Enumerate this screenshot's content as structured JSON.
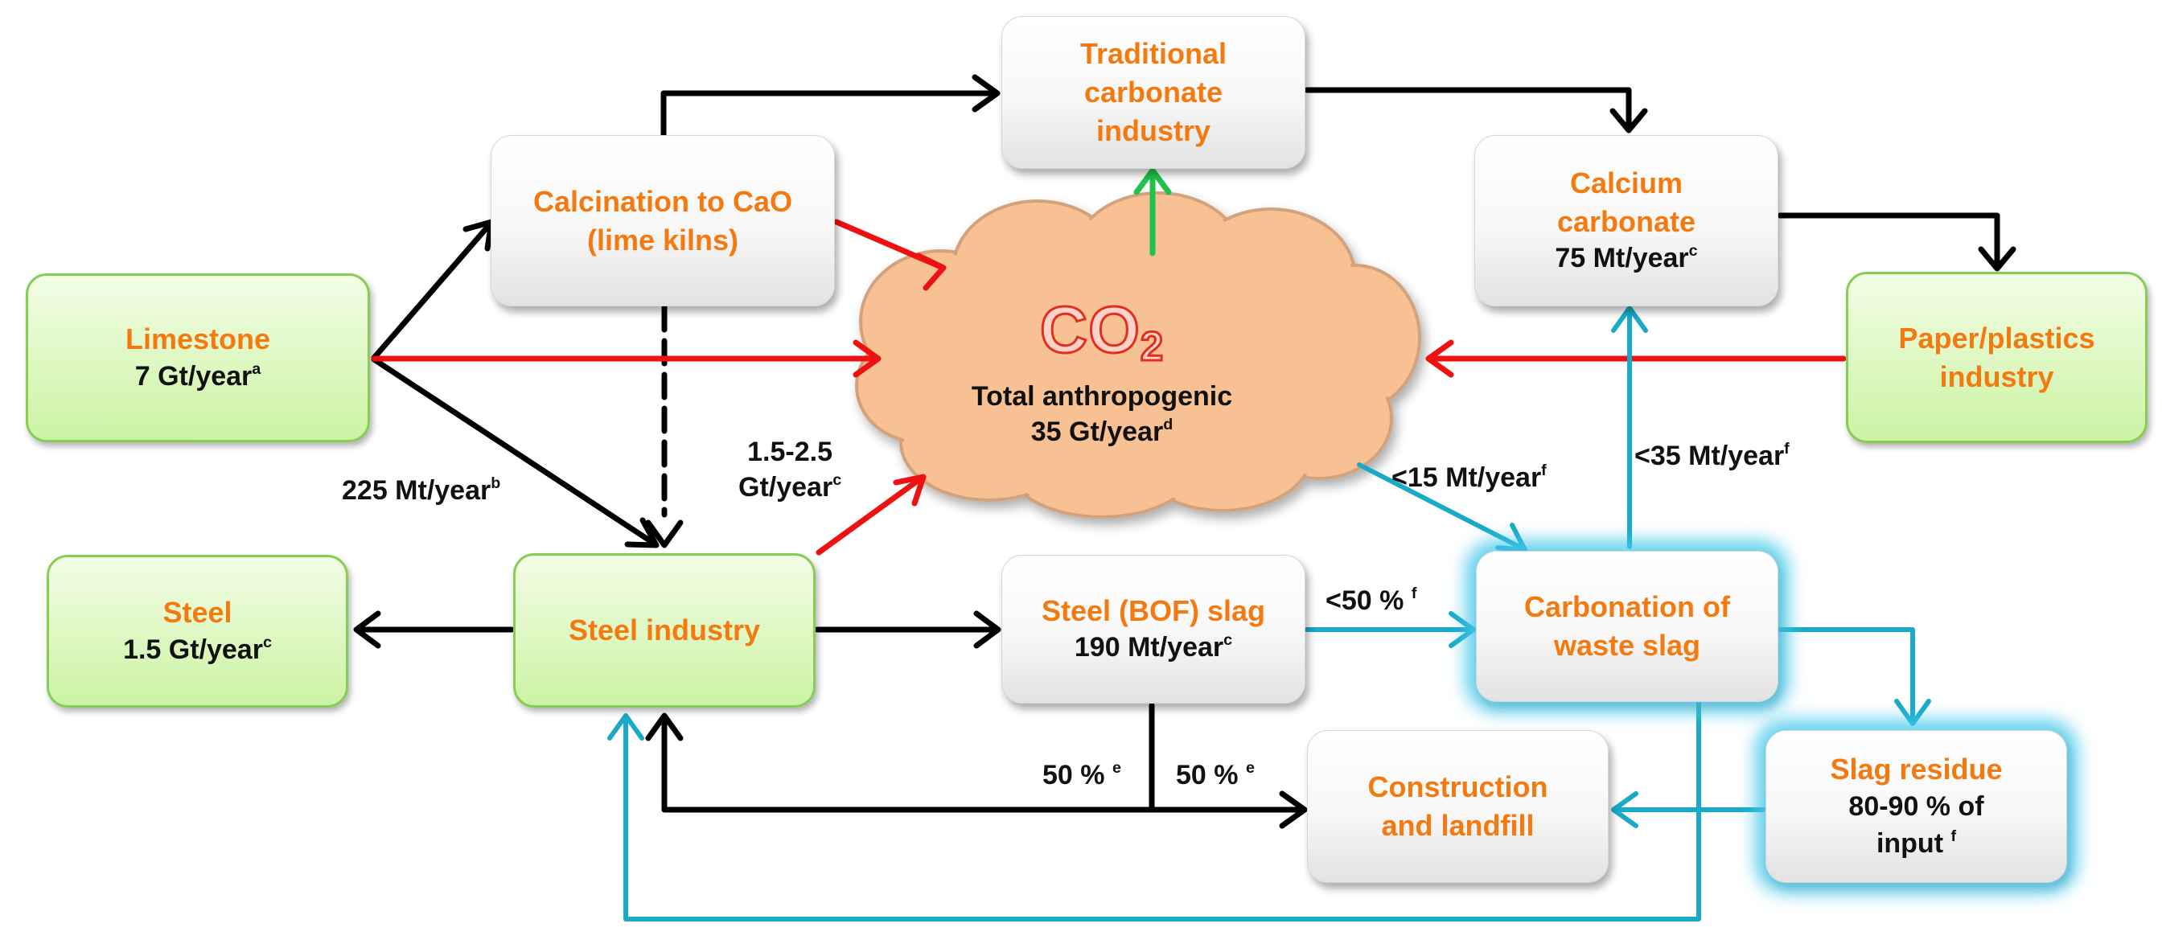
{
  "colors": {
    "title_text": "#f47a10",
    "arrow_black": "#000000",
    "arrow_red": "#ee1111",
    "arrow_green": "#22c24a",
    "arrow_cyan": "#1aaac8",
    "cloud_fill": "#f7c193",
    "glow": "#46c8eb"
  },
  "nodes": {
    "limestone": {
      "title": "Limestone",
      "value": "7 Gt/year",
      "note": "a"
    },
    "calcination": {
      "title_line1": "Calcination to CaO",
      "title_line2": "(lime kilns)"
    },
    "traditional": {
      "title_line1": "Traditional",
      "title_line2": "carbonate",
      "title_line3": "industry"
    },
    "calcium_carbonate": {
      "title_line1": "Calcium",
      "title_line2": "carbonate",
      "value": "75 Mt/year",
      "note": "c"
    },
    "paper_plastics": {
      "title_line1": "Paper/plastics",
      "title_line2": "industry"
    },
    "steel": {
      "title": "Steel",
      "value": "1.5 Gt/year",
      "note": "c"
    },
    "steel_industry": {
      "title": "Steel industry"
    },
    "bof_slag": {
      "title": "Steel (BOF) slag",
      "value": "190 Mt/year",
      "note": "c"
    },
    "carbonation": {
      "title_line1": "Carbonation of",
      "title_line2": "waste slag"
    },
    "construction": {
      "title_line1": "Construction",
      "title_line2": "and landfill"
    },
    "slag_residue": {
      "title": "Slag residue",
      "value_line1": "80-90 % of",
      "value_line2": "input",
      "note": "f"
    },
    "co2": {
      "symbol": "CO",
      "subscript": "2",
      "caption_line1": "Total anthropogenic",
      "caption_line2": "35 Gt/year",
      "note": "d"
    }
  },
  "flow_labels": {
    "lime_to_steel": {
      "text": "225 Mt/year",
      "note": "b"
    },
    "steel_co2_line1": "1.5-2.5",
    "steel_co2_line2": {
      "text": "Gt/year",
      "note": "c"
    },
    "co2_capture": {
      "text": "<15 Mt/year",
      "note": "f"
    },
    "slag_to_carbonate": {
      "text": "<35 Mt/year",
      "note": "f"
    },
    "slag_to_carbonation": {
      "text": "<50 %",
      "note": "f"
    },
    "slag_recycle": {
      "text": "50 %",
      "note": "e"
    },
    "slag_landfill": {
      "text": "50 %",
      "note": "e"
    }
  }
}
